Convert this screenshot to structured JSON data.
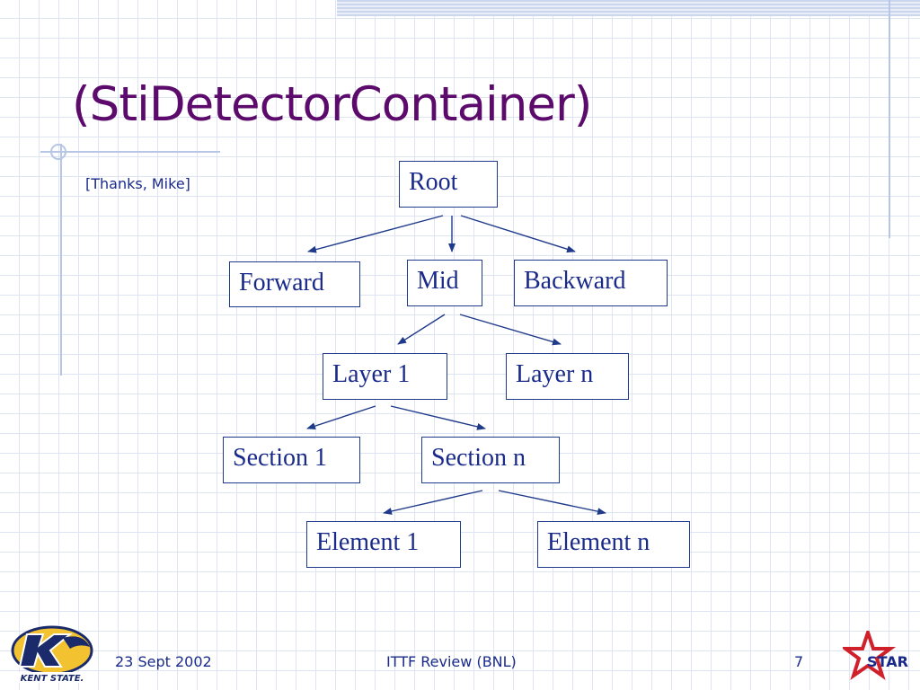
{
  "slide": {
    "title": "(StiDetectorContainer)",
    "credit": "[Thanks, Mike]"
  },
  "tree": {
    "root": "Root",
    "forward": "Forward",
    "mid": "Mid",
    "backward": "Backward",
    "layer1": "Layer 1",
    "layern": "Layer n",
    "section1": "Section 1",
    "sectionn": "Section n",
    "element1": "Element 1",
    "elementn": "Element n"
  },
  "footer": {
    "date": "23 Sept 2002",
    "event": "ITTF Review (BNL)",
    "page": "7"
  },
  "logos": {
    "left": {
      "name": "kent-state-logo",
      "text": "KENT STATE."
    },
    "right": {
      "name": "star-logo",
      "text": "STAR"
    }
  },
  "colors": {
    "title": "#5c0a6b",
    "text": "#1a2a8a",
    "lines": "#1f3a8a"
  }
}
